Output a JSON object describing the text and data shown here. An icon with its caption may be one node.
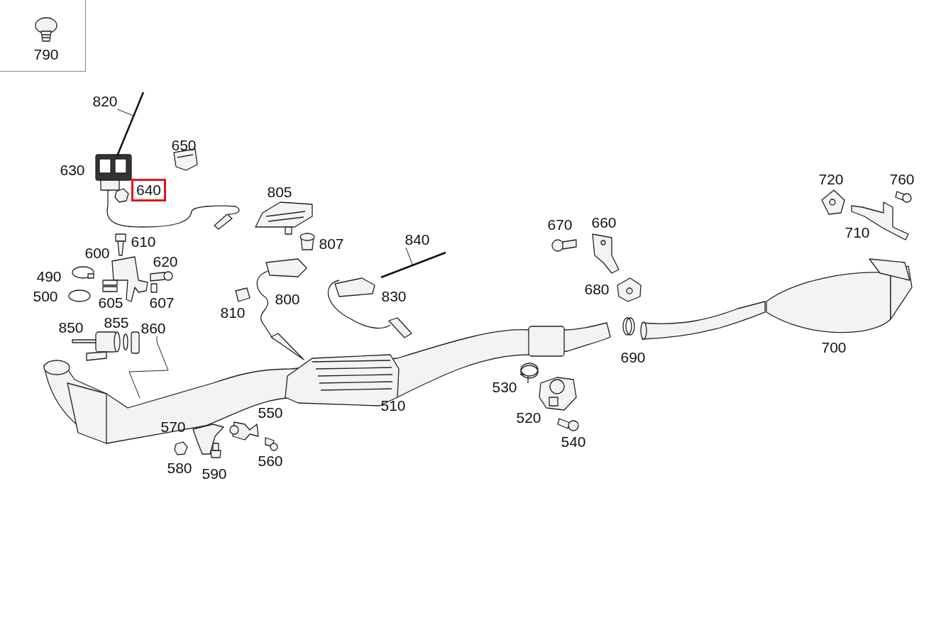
{
  "diagram": {
    "nodes": [
      {
        "text": [
          "790"
        ]
      },
      {
        "text": [
          "640"
        ]
      },
      {
        "text": [
          "820"
        ]
      },
      {
        "text": [],
        "shape": "bar"
      },
      {
        "text": [
          "840"
        ]
      },
      {
        "text": [],
        "shape": "bar"
      },
      {
        "text": [
          "860"
        ]
      }
    ],
    "edges": [
      {
        "from": 2,
        "to": 3,
        "arrow": "none"
      },
      {
        "from": 4,
        "to": 5,
        "arrow": "none"
      },
      {
        "from": 6,
        "to": null,
        "arrow": "none"
      }
    ],
    "labels": [
      "650",
      "630",
      "720",
      "760",
      "805",
      "670",
      "660",
      "710",
      "610",
      "807",
      "600",
      "620",
      "490",
      "680",
      "500",
      "830",
      "800",
      "605",
      "607",
      "810",
      "855",
      "850",
      "700",
      "690",
      "530",
      "510",
      "550",
      "520",
      "570",
      "540",
      "560",
      "580",
      "590"
    ]
  }
}
